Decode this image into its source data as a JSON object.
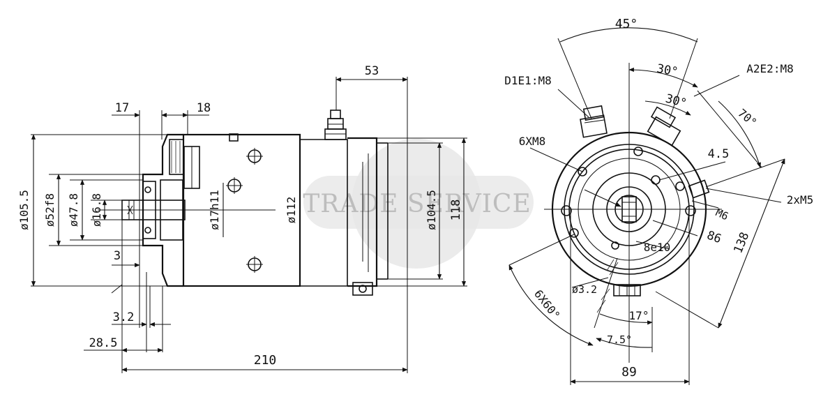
{
  "watermark": {
    "text": "TRADE SERVICE"
  },
  "side_view": {
    "dims": {
      "top_53": "53",
      "top_17": "17",
      "top_18": "18",
      "dia_105_5": "ø105.5",
      "dia_52f8": "ø52f8",
      "dia_47_8": "ø47.8",
      "dia_16_8": "ø16.8",
      "dia_17h11": "ø17h11",
      "dia_112": "ø112",
      "dia_104_5": "ø104.5",
      "len_118": "118",
      "len_3": "3",
      "len_3_2": "3.2",
      "len_28_5": "28.5",
      "len_210": "210"
    }
  },
  "end_view": {
    "dims": {
      "ang_45": "45°",
      "ang_30_outer": "30°",
      "ang_30_inner": "30°",
      "ang_70": "70°",
      "d1e1": "D1E1:M8",
      "a2e2": "A2E2:M8",
      "six_m8": "6XM8",
      "len_4_5": "4.5",
      "two_m5": "2xM5",
      "m6": "M6",
      "len_86": "86",
      "len_138": "138",
      "key_8e10": "8e10",
      "dia_3_2": "ø3.2",
      "ang_17": "17°",
      "ang_6x60": "6X60°",
      "ang_7_5": "7.5°",
      "len_89": "89"
    }
  }
}
